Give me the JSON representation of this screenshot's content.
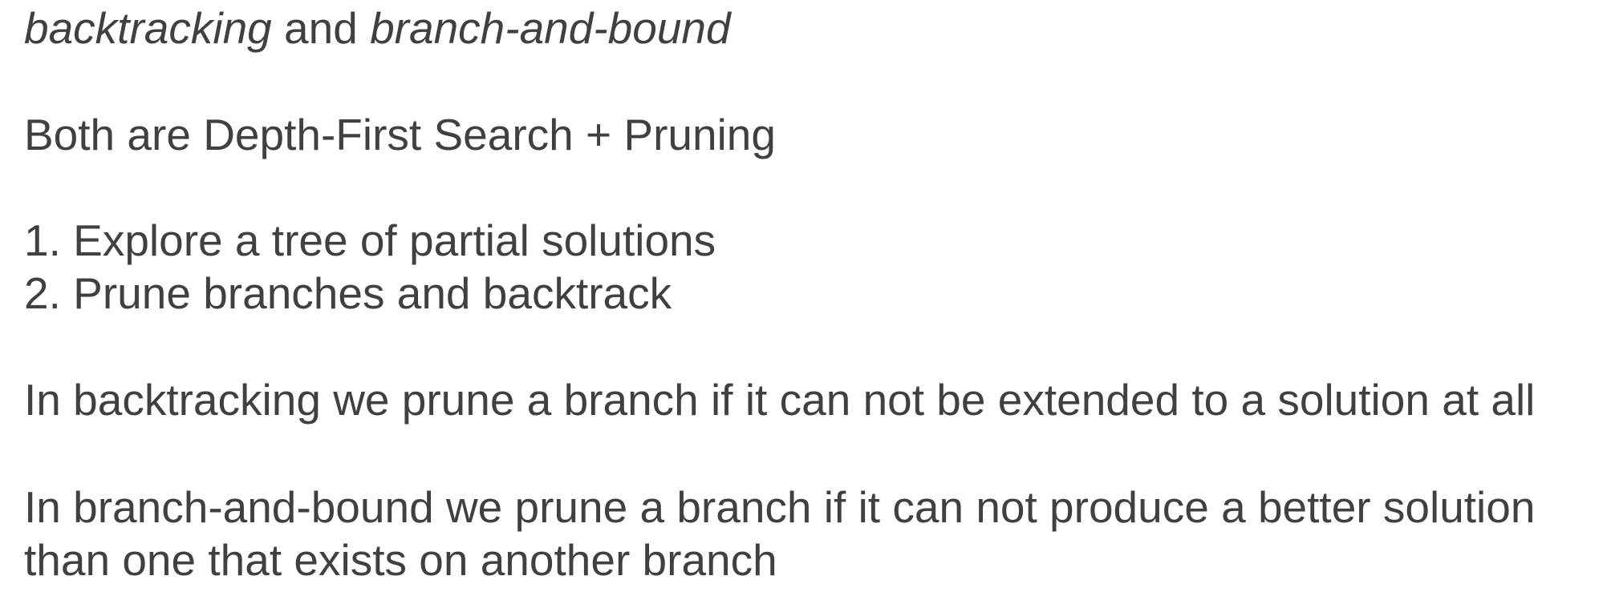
{
  "intro": {
    "term1": "backtracking",
    "joiner": "and",
    "term2": "branch-and-bound"
  },
  "heading": "Both are Depth-First Search + Pruning",
  "steps": [
    "1. Explore a tree of partial solutions",
    "2. Prune branches and backtrack"
  ],
  "backtracking_note": "In backtracking we prune a branch if it can not be extended to a solution at all",
  "bnb_note": {
    "line1": "In branch-and-bound we prune a branch if it can not produce a better solution",
    "line2": "than one that exists on another branch"
  }
}
